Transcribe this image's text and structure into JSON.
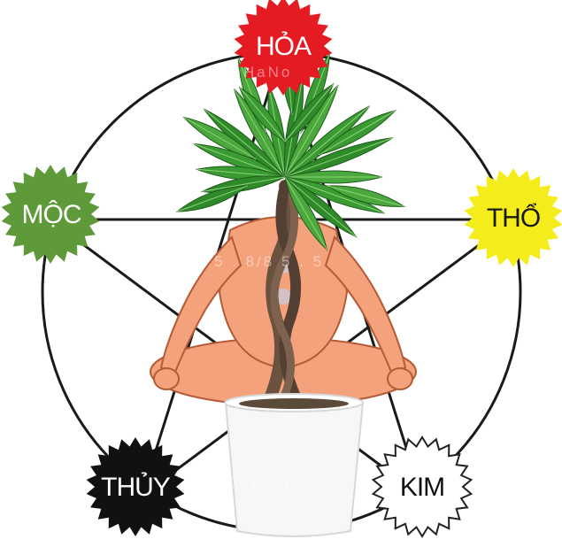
{
  "elements": {
    "fire": {
      "label": "HỎA",
      "color": "#e51b24",
      "text_color": "#ffffff",
      "icon": "starburst"
    },
    "wood": {
      "label": "MỘC",
      "color": "#5e9a3a",
      "text_color": "#ffffff",
      "icon": "starburst"
    },
    "earth": {
      "label": "THỔ",
      "color": "#f5ec1c",
      "text_color": "#1a1a1a",
      "icon": "starburst"
    },
    "water": {
      "label": "THỦY",
      "color": "#111111",
      "text_color": "#ffffff",
      "icon": "starburst"
    },
    "metal": {
      "label": "KIM",
      "color": "#ffffff",
      "text_color": "#111111",
      "icon": "starburst"
    }
  },
  "watermarks": {
    "top": "nhHaNo",
    "middle": "5 . 8/8 5 . 5",
    "bottom": "CayCanhl"
  },
  "colors": {
    "pentagram_stroke": "#1a1a1a",
    "leaf": "#2f8a2a",
    "skin": "#f4a27c",
    "pot": "#f7f7f7"
  }
}
